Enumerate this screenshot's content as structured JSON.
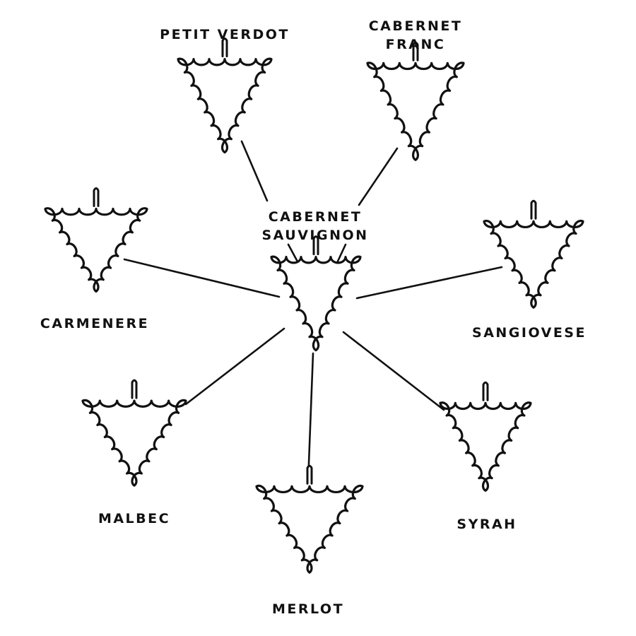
{
  "diagram": {
    "center": {
      "id": "cabernet-sauvignon",
      "label_lines": [
        "CABERNET",
        "SAUVIGNON"
      ]
    },
    "varieties": [
      {
        "id": "petit-verdot",
        "label_lines": [
          "PETIT VERDOT"
        ]
      },
      {
        "id": "cabernet-franc",
        "label_lines": [
          "CABERNET",
          "FRANC"
        ]
      },
      {
        "id": "carmenere",
        "label_lines": [
          "CARMENERE"
        ]
      },
      {
        "id": "sangiovese",
        "label_lines": [
          "SANGIOVESE"
        ]
      },
      {
        "id": "malbec",
        "label_lines": [
          "MALBEC"
        ]
      },
      {
        "id": "merlot",
        "label_lines": [
          "MERLOT"
        ]
      },
      {
        "id": "syrah",
        "label_lines": [
          "SYRAH"
        ]
      }
    ],
    "links": [
      [
        "cabernet-sauvignon",
        "petit-verdot"
      ],
      [
        "cabernet-sauvignon",
        "cabernet-franc"
      ],
      [
        "cabernet-sauvignon",
        "carmenere"
      ],
      [
        "cabernet-sauvignon",
        "sangiovese"
      ],
      [
        "cabernet-sauvignon",
        "malbec"
      ],
      [
        "cabernet-sauvignon",
        "merlot"
      ],
      [
        "cabernet-sauvignon",
        "syrah"
      ]
    ],
    "icon": "grape-cluster-icon",
    "colors": {
      "ink": "#111111",
      "background": "#ffffff"
    }
  }
}
